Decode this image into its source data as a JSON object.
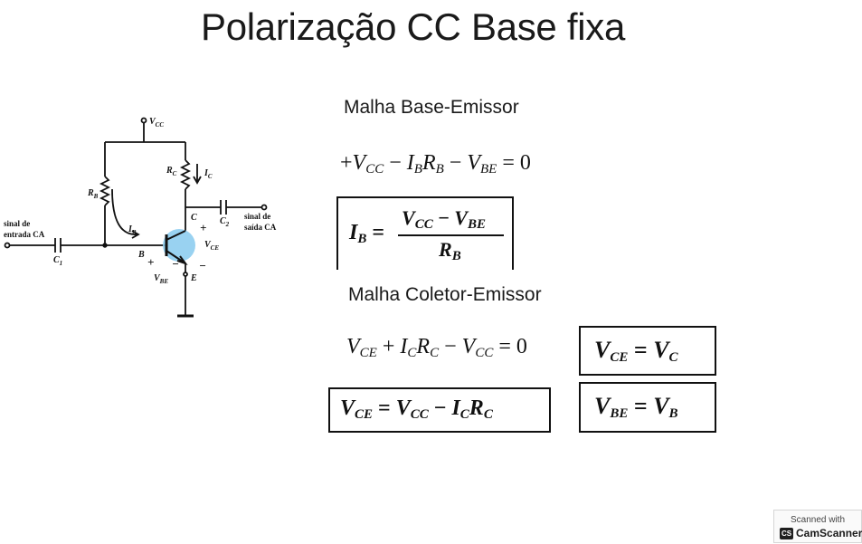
{
  "slide": {
    "title": "Polarização CC Base fixa"
  },
  "headings": {
    "base_emitter": "Malha Base-Emissor",
    "collector_emitter": "Malha Coletor-Emissor"
  },
  "circuit": {
    "vcc": "V",
    "vcc_sub": "CC",
    "rb": "R",
    "rb_sub": "B",
    "rc": "R",
    "rc_sub": "C",
    "ic": "I",
    "ic_sub": "C",
    "ib": "I",
    "ib_sub": "B",
    "c1": "C",
    "c1_sub": "1",
    "c2": "C",
    "c2_sub": "2",
    "node_b": "B",
    "node_c": "C",
    "node_e": "E",
    "vce": "V",
    "vce_sub": "CE",
    "vbe": "V",
    "vbe_sub": "BE",
    "plus": "+",
    "minus": "−",
    "input_label_1": "sinal de",
    "input_label_2": "entrada CA",
    "output_label_1": "sinal de",
    "output_label_2": "saída CA"
  },
  "equations": {
    "kvl_base": "+VCC − IBRB − VBE = 0",
    "ib_formula": "IB = (VCC − VBE) / RB",
    "kvl_collector": "VCE + ICRC − VCC = 0",
    "vce_formula": "VCE = VCC − ICRC",
    "vce_equals_vc": "VCE = VC",
    "vbe_equals_vb": "VBE = VB"
  },
  "watermark": {
    "line1": "Scanned with",
    "logo": "CS",
    "brand": "CamScanner"
  },
  "colors": {
    "transistor_highlight": "#8ecdf0",
    "ink": "#111111"
  }
}
